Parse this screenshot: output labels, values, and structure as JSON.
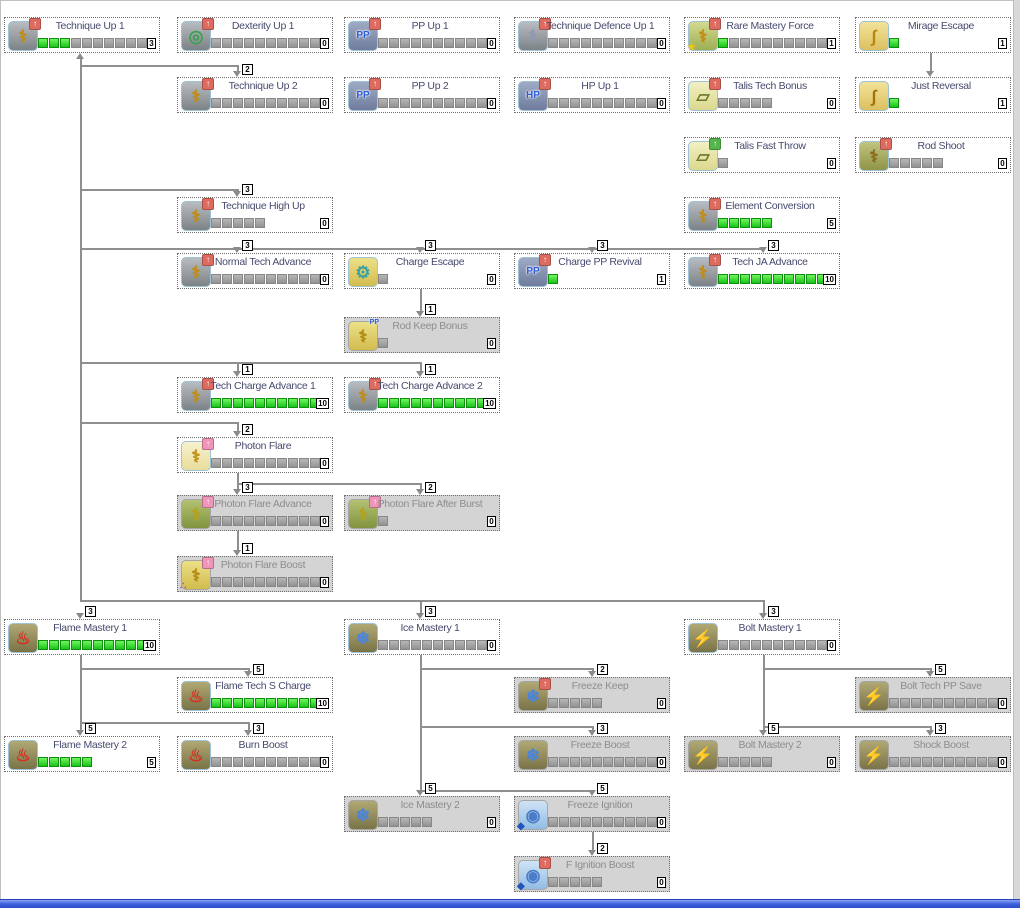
{
  "colors": {
    "allocated_green": "#17c417",
    "empty_square_gray": "#a0a0a0",
    "locked_node_bg": "#d4d4d4",
    "unlocked_node_bg": "#ffffff",
    "node_title": "#474a6e",
    "locked_title": "#8d8d8d",
    "connector_line": "#8f8f8f",
    "corner_red": "#dd6b60",
    "corner_green": "#53b54a",
    "corner_pink": "#f095ba",
    "icon_bg": {
      "gray": [
        "#b8bcc0",
        "#7d8287"
      ],
      "bluegray": [
        "#9fabc4",
        "#6f7c9d"
      ],
      "yellowgreen": [
        "#d2da8e",
        "#9fae54"
      ],
      "gold": [
        "#f2e39a",
        "#dcc060"
      ],
      "paleyellow": [
        "#f2f0c2",
        "#dcd88e"
      ],
      "olive": [
        "#c0c47e",
        "#8f9448"
      ],
      "brightyellow": [
        "#ece087",
        "#d2bc4e"
      ],
      "pfwhite": [
        "#f7f2cf",
        "#e8dd9b"
      ],
      "olivegreen": [
        "#b3c273",
        "#81933f"
      ],
      "emblem": [
        "#b0a874",
        "#7a7348"
      ],
      "icy": [
        "#cfe4f4",
        "#92bce4"
      ]
    }
  },
  "nodes": [
    {
      "id": "tech-up-1",
      "name": "Technique Up 1",
      "level": 3,
      "max": 10,
      "level_label": "3",
      "locked": false,
      "col": 0,
      "row": 0,
      "icon": {
        "kind": "rod-icon",
        "bg": "gray",
        "glyph": "⚕",
        "glyph_color": "#c18c10",
        "corner": "red"
      }
    },
    {
      "id": "dexterity-up-1",
      "name": "Dexterity Up 1",
      "level": 0,
      "max": 10,
      "level_label": "0",
      "locked": false,
      "col": 1,
      "row": 0,
      "icon": {
        "kind": "dexterity-target-icon",
        "bg": "gray",
        "glyph": "◎",
        "glyph_color": "#38a050",
        "corner": "red"
      }
    },
    {
      "id": "pp-up-1",
      "name": "PP Up 1",
      "level": 0,
      "max": 10,
      "level_label": "0",
      "locked": false,
      "col": 2,
      "row": 0,
      "icon": {
        "kind": "pp-icon",
        "bg": "bluegray",
        "text": "PP",
        "corner": "red"
      }
    },
    {
      "id": "technique-defence-up-1",
      "name": "Technique Defence Up 1",
      "level": 0,
      "max": 10,
      "level_label": "0",
      "locked": false,
      "col": 3,
      "row": 0,
      "icon": {
        "kind": "rod-shield-icon",
        "bg": "gray",
        "glyph": "⚕",
        "glyph_color": "#8f98b8",
        "corner": "red"
      }
    },
    {
      "id": "rare-mastery-force",
      "name": "Rare Mastery Force",
      "level": 1,
      "max": 10,
      "level_label": "1",
      "locked": false,
      "col": 4,
      "row": 0,
      "icon": {
        "kind": "rod-star-icon",
        "bg": "yellowgreen",
        "glyph": "⚕",
        "glyph_color": "#c18c10",
        "corner": "red",
        "ov": "★",
        "ov_color": "#f4c316"
      }
    },
    {
      "id": "mirage-escape",
      "name": "Mirage Escape",
      "level": 1,
      "max": 1,
      "level_label": "1",
      "locked": false,
      "col": 5,
      "row": 0,
      "icon": {
        "kind": "boots-icon",
        "bg": "gold",
        "glyph": "∫",
        "glyph_color": "#b8860b"
      }
    },
    {
      "id": "tech-up-2",
      "name": "Technique Up 2",
      "level": 0,
      "max": 10,
      "level_label": "0",
      "locked": false,
      "col": 1,
      "row": 1,
      "icon": {
        "kind": "rod-icon",
        "bg": "gray",
        "glyph": "⚕",
        "glyph_color": "#c18c10",
        "corner": "red"
      }
    },
    {
      "id": "pp-up-2",
      "name": "PP Up 2",
      "level": 0,
      "max": 10,
      "level_label": "0",
      "locked": false,
      "col": 2,
      "row": 1,
      "icon": {
        "kind": "pp-icon",
        "bg": "bluegray",
        "text": "PP",
        "corner": "red"
      }
    },
    {
      "id": "hp-up-1",
      "name": "HP Up 1",
      "level": 0,
      "max": 10,
      "level_label": "0",
      "locked": false,
      "col": 3,
      "row": 1,
      "icon": {
        "kind": "hp-icon",
        "bg": "bluegray",
        "text": "HP",
        "corner": "red"
      }
    },
    {
      "id": "talis-tech-bonus",
      "name": "Talis Tech Bonus",
      "level": 0,
      "max": 5,
      "level_label": "0",
      "locked": false,
      "col": 4,
      "row": 1,
      "icon": {
        "kind": "talis-card-icon",
        "bg": "paleyellow",
        "glyph": "▱",
        "glyph_color": "#6a7a2a",
        "corner": "red"
      }
    },
    {
      "id": "just-reversal",
      "name": "Just Reversal",
      "level": 1,
      "max": 1,
      "level_label": "1",
      "locked": false,
      "col": 5,
      "row": 1,
      "icon": {
        "kind": "boots-icon",
        "bg": "gold",
        "glyph": "∫",
        "glyph_color": "#a0720a"
      }
    },
    {
      "id": "talis-fast-throw",
      "name": "Talis Fast Throw",
      "level": 0,
      "max": 1,
      "level_label": "0",
      "locked": false,
      "col": 4,
      "row": 2,
      "icon": {
        "kind": "talis-throw-icon",
        "bg": "paleyellow",
        "glyph": "▱",
        "glyph_color": "#6a7a2a",
        "corner": "green"
      }
    },
    {
      "id": "rod-shoot",
      "name": "Rod Shoot",
      "level": 0,
      "max": 5,
      "level_label": "0",
      "locked": false,
      "col": 5,
      "row": 2,
      "icon": {
        "kind": "rod-shoot-icon",
        "bg": "olive",
        "glyph": "⚕",
        "glyph_color": "#8a6a1a",
        "corner": "red"
      }
    },
    {
      "id": "technique-high-up",
      "name": "Technique High Up",
      "level": 0,
      "max": 5,
      "level_label": "0",
      "locked": false,
      "col": 1,
      "row": 3,
      "icon": {
        "kind": "rod-icon",
        "bg": "gray",
        "glyph": "⚕",
        "glyph_color": "#c18c10",
        "corner": "red"
      }
    },
    {
      "id": "element-conversion",
      "name": "Element Conversion",
      "level": 5,
      "max": 5,
      "level_label": "5",
      "locked": false,
      "col": 4,
      "row": 3,
      "icon": {
        "kind": "rod-icon",
        "bg": "gray",
        "glyph": "⚕",
        "glyph_color": "#c18c10",
        "corner": "red"
      }
    },
    {
      "id": "normal-tech-advance",
      "name": "Normal Tech Advance",
      "level": 0,
      "max": 10,
      "level_label": "0",
      "locked": false,
      "col": 1,
      "row": 4,
      "icon": {
        "kind": "rod-icon",
        "bg": "gray",
        "glyph": "⚕",
        "glyph_color": "#c18c10",
        "corner": "red"
      }
    },
    {
      "id": "charge-escape",
      "name": "Charge Escape",
      "level": 0,
      "max": 1,
      "level_label": "0",
      "locked": false,
      "col": 2,
      "row": 4,
      "icon": {
        "kind": "charge-escape-icon",
        "bg": "brightyellow",
        "glyph": "⚙",
        "glyph_color": "#3aa0a0"
      }
    },
    {
      "id": "charge-pp-revival",
      "name": "Charge PP Revival",
      "level": 1,
      "max": 1,
      "level_label": "1",
      "locked": false,
      "col": 3,
      "row": 4,
      "icon": {
        "kind": "pp-icon",
        "bg": "bluegray",
        "text": "PP",
        "corner": "red"
      }
    },
    {
      "id": "tech-ja-advance",
      "name": "Tech JA Advance",
      "level": 10,
      "max": 10,
      "level_label": "10",
      "locked": false,
      "col": 4,
      "row": 4,
      "icon": {
        "kind": "rod-icon",
        "bg": "gray",
        "glyph": "⚕",
        "glyph_color": "#c18c10",
        "corner": "red"
      }
    },
    {
      "id": "rod-keep-bonus",
      "name": "Rod Keep Bonus",
      "level": 0,
      "max": 1,
      "level_label": "0",
      "locked": true,
      "col": 2,
      "row": 5,
      "icon": {
        "kind": "rod-pp-icon",
        "bg": "brightyellow",
        "glyph": "⚕",
        "glyph_color": "#b08a10",
        "ov_tr": "PP"
      }
    },
    {
      "id": "tech-charge-advance-1",
      "name": "Tech Charge Advance 1",
      "level": 10,
      "max": 10,
      "level_label": "10",
      "locked": false,
      "col": 1,
      "row": 6,
      "icon": {
        "kind": "rod-icon",
        "bg": "gray",
        "glyph": "⚕",
        "glyph_color": "#c18c10",
        "corner": "red"
      }
    },
    {
      "id": "tech-charge-advance-2",
      "name": "Tech Charge Advance 2",
      "level": 10,
      "max": 10,
      "level_label": "10",
      "locked": false,
      "col": 2,
      "row": 6,
      "icon": {
        "kind": "rod-icon",
        "bg": "gray",
        "glyph": "⚕",
        "glyph_color": "#c18c10",
        "corner": "red"
      }
    },
    {
      "id": "photon-flare",
      "name": "Photon Flare",
      "level": 0,
      "max": 10,
      "level_label": "0",
      "locked": false,
      "col": 1,
      "row": 7,
      "icon": {
        "kind": "photon-flare-rod-icon",
        "bg": "pfwhite",
        "glyph": "⚕",
        "glyph_color": "#c18c10",
        "corner": "pink"
      }
    },
    {
      "id": "photon-flare-advance",
      "name": "Photon Flare Advance",
      "level": 0,
      "max": 10,
      "level_label": "0",
      "locked": true,
      "col": 1,
      "row": 8,
      "icon": {
        "kind": "photon-flare-rod-icon",
        "bg": "olivegreen",
        "glyph": "⚕",
        "glyph_color": "#b8a018",
        "corner": "pink"
      }
    },
    {
      "id": "photon-flare-after-burst",
      "name": "Photon Flare After Burst",
      "level": 0,
      "max": 1,
      "level_label": "0",
      "locked": true,
      "col": 2,
      "row": 8,
      "icon": {
        "kind": "photon-flare-rod-icon",
        "bg": "olivegreen",
        "glyph": "⚕",
        "glyph_color": "#b8a018",
        "corner": "pink"
      }
    },
    {
      "id": "photon-flare-boost",
      "name": "Photon Flare Boost",
      "level": 0,
      "max": 10,
      "level_label": "0",
      "locked": true,
      "col": 1,
      "row": 9,
      "icon": {
        "kind": "photon-flare-boost-icon",
        "bg": "brightyellow",
        "glyph": "⚕",
        "glyph_color": "#b08a10",
        "corner": "pink",
        "ov": "∴",
        "ov_color": "#a050c0"
      }
    },
    {
      "id": "flame-mastery-1",
      "name": "Flame Mastery 1",
      "level": 10,
      "max": 10,
      "level_label": "10",
      "locked": false,
      "col": 0,
      "row": 10,
      "icon": {
        "kind": "flame-emblem-icon",
        "bg": "emblem",
        "glyph": "♨",
        "glyph_color": "#d42f1f"
      }
    },
    {
      "id": "ice-mastery-1",
      "name": "Ice Mastery 1",
      "level": 0,
      "max": 10,
      "level_label": "0",
      "locked": false,
      "col": 2,
      "row": 10,
      "icon": {
        "kind": "ice-emblem-icon",
        "bg": "emblem",
        "glyph": "❄",
        "glyph_color": "#4a84dc"
      }
    },
    {
      "id": "bolt-mastery-1",
      "name": "Bolt Mastery 1",
      "level": 0,
      "max": 10,
      "level_label": "0",
      "locked": false,
      "col": 4,
      "row": 10,
      "icon": {
        "kind": "bolt-emblem-icon",
        "bg": "emblem",
        "glyph": "⚡",
        "glyph_color": "#f0cc1c"
      }
    },
    {
      "id": "flame-tech-s-charge",
      "name": "Flame Tech S Charge",
      "level": 10,
      "max": 10,
      "level_label": "10",
      "locked": false,
      "col": 1,
      "row": 11,
      "icon": {
        "kind": "flame-emblem-icon",
        "bg": "emblem",
        "glyph": "♨",
        "glyph_color": "#d42f1f"
      }
    },
    {
      "id": "freeze-keep",
      "name": "Freeze Keep",
      "level": 0,
      "max": 5,
      "level_label": "0",
      "locked": true,
      "col": 3,
      "row": 11,
      "icon": {
        "kind": "ice-emblem-icon",
        "bg": "emblem",
        "glyph": "❄",
        "glyph_color": "#4a84dc",
        "corner": "red"
      }
    },
    {
      "id": "bolt-tech-pp-save",
      "name": "Bolt Tech PP Save",
      "level": 0,
      "max": 10,
      "level_label": "0",
      "locked": true,
      "col": 5,
      "row": 11,
      "icon": {
        "kind": "bolt-emblem-icon",
        "bg": "emblem",
        "glyph": "⚡",
        "glyph_color": "#f0cc1c"
      }
    },
    {
      "id": "flame-mastery-2",
      "name": "Flame Mastery 2",
      "level": 5,
      "max": 5,
      "level_label": "5",
      "locked": false,
      "col": 0,
      "row": 12,
      "icon": {
        "kind": "flame-emblem-icon",
        "bg": "emblem",
        "glyph": "♨",
        "glyph_color": "#d42f1f"
      }
    },
    {
      "id": "burn-boost",
      "name": "Burn Boost",
      "level": 0,
      "max": 10,
      "level_label": "0",
      "locked": false,
      "col": 1,
      "row": 12,
      "icon": {
        "kind": "flame-emblem-icon",
        "bg": "emblem",
        "glyph": "♨",
        "glyph_color": "#d42f1f"
      }
    },
    {
      "id": "freeze-boost",
      "name": "Freeze Boost",
      "level": 0,
      "max": 10,
      "level_label": "0",
      "locked": true,
      "col": 3,
      "row": 12,
      "icon": {
        "kind": "ice-emblem-icon",
        "bg": "emblem",
        "glyph": "❄",
        "glyph_color": "#4a84dc"
      }
    },
    {
      "id": "bolt-mastery-2",
      "name": "Bolt Mastery 2",
      "level": 0,
      "max": 5,
      "level_label": "0",
      "locked": true,
      "col": 4,
      "row": 12,
      "icon": {
        "kind": "bolt-emblem-icon",
        "bg": "emblem",
        "glyph": "⚡",
        "glyph_color": "#f0cc1c"
      }
    },
    {
      "id": "shock-boost",
      "name": "Shock Boost",
      "level": 0,
      "max": 10,
      "level_label": "0",
      "locked": true,
      "col": 5,
      "row": 12,
      "icon": {
        "kind": "bolt-emblem-icon",
        "bg": "emblem",
        "glyph": "⚡",
        "glyph_color": "#f0cc1c"
      }
    },
    {
      "id": "ice-mastery-2",
      "name": "Ice Mastery 2",
      "level": 0,
      "max": 5,
      "level_label": "0",
      "locked": true,
      "col": 2,
      "row": 13,
      "icon": {
        "kind": "ice-emblem-icon",
        "bg": "emblem",
        "glyph": "❄",
        "glyph_color": "#4a84dc"
      }
    },
    {
      "id": "freeze-ignition",
      "name": "Freeze Ignition",
      "level": 0,
      "max": 10,
      "level_label": "0",
      "locked": true,
      "col": 3,
      "row": 13,
      "icon": {
        "kind": "ignition-swirl-icon",
        "bg": "icy",
        "glyph": "◉",
        "glyph_color": "#4a7cc8",
        "ov": "◆",
        "ov_color": "#2255bb"
      }
    },
    {
      "id": "f-ignition-boost",
      "name": "F Ignition Boost",
      "level": 0,
      "max": 5,
      "level_label": "0",
      "locked": true,
      "col": 3,
      "row": 14,
      "icon": {
        "kind": "ignition-swirl-icon",
        "bg": "icy",
        "glyph": "◉",
        "glyph_color": "#4a7cc8",
        "corner": "red",
        "ov": "◆",
        "ov_color": "#2255bb"
      }
    }
  ],
  "edges": [
    {
      "from": "tech-up-1",
      "to": "tech-up-2",
      "req": "2"
    },
    {
      "from": "tech-up-1",
      "to": "technique-high-up",
      "req": "3"
    },
    {
      "from": "tech-up-1",
      "to": "normal-tech-advance",
      "req": "3"
    },
    {
      "from": "tech-up-1",
      "to": "charge-escape",
      "req": "3"
    },
    {
      "from": "tech-up-1",
      "to": "charge-pp-revival",
      "req": "3"
    },
    {
      "from": "tech-up-1",
      "to": "tech-ja-advance",
      "req": "3"
    },
    {
      "from": "tech-up-1",
      "to": "tech-charge-advance-1",
      "req": "1"
    },
    {
      "from": "tech-up-1",
      "to": "tech-charge-advance-2",
      "req": "1"
    },
    {
      "from": "tech-up-1",
      "to": "photon-flare",
      "req": "2"
    },
    {
      "from": "tech-up-1",
      "to": "flame-mastery-1",
      "req": "3"
    },
    {
      "from": "tech-up-1",
      "to": "ice-mastery-1",
      "req": "3"
    },
    {
      "from": "tech-up-1",
      "to": "bolt-mastery-1",
      "req": "3"
    },
    {
      "from": "mirage-escape",
      "to": "just-reversal",
      "req": ""
    },
    {
      "from": "charge-escape",
      "to": "rod-keep-bonus",
      "req": "1"
    },
    {
      "from": "photon-flare",
      "to": "photon-flare-advance",
      "req": "3"
    },
    {
      "from": "photon-flare",
      "to": "photon-flare-after-burst",
      "req": "2"
    },
    {
      "from": "photon-flare-advance",
      "to": "photon-flare-boost",
      "req": "1"
    },
    {
      "from": "flame-mastery-1",
      "to": "flame-tech-s-charge",
      "req": "5"
    },
    {
      "from": "flame-mastery-1",
      "to": "flame-mastery-2",
      "req": "5"
    },
    {
      "from": "flame-mastery-1",
      "to": "burn-boost",
      "req": "3"
    },
    {
      "from": "ice-mastery-1",
      "to": "freeze-keep",
      "req": "2"
    },
    {
      "from": "ice-mastery-1",
      "to": "freeze-boost",
      "req": "3"
    },
    {
      "from": "ice-mastery-1",
      "to": "ice-mastery-2",
      "req": "5"
    },
    {
      "from": "ice-mastery-1",
      "to": "freeze-ignition",
      "req": "5"
    },
    {
      "from": "freeze-ignition",
      "to": "f-ignition-boost",
      "req": "2"
    },
    {
      "from": "bolt-mastery-1",
      "to": "bolt-tech-pp-save",
      "req": "5"
    },
    {
      "from": "bolt-mastery-1",
      "to": "bolt-mastery-2",
      "req": "5"
    },
    {
      "from": "bolt-mastery-1",
      "to": "shock-boost",
      "req": "3"
    }
  ]
}
